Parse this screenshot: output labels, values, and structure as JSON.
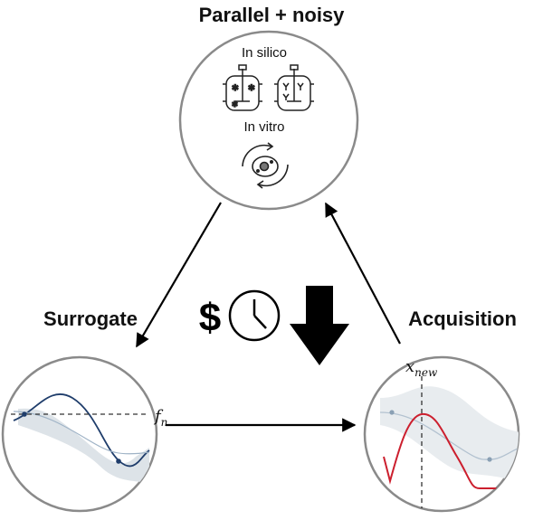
{
  "titles": {
    "top": "Parallel + noisy",
    "left": "Surrogate",
    "right": "Acquisition"
  },
  "top_node": {
    "label_silico": "In silico",
    "label_vitro": "In vitro"
  },
  "center": {
    "currency_symbol": "$",
    "icons": [
      "clock-icon",
      "down-arrow-icon"
    ]
  },
  "surrogate_node": {
    "label_fn": "f",
    "label_fn_sub": "n"
  },
  "acquisition_node": {
    "label_x": "x",
    "label_x_sub": "new"
  },
  "colors": {
    "circle_stroke": "#8a8a8a",
    "posterior_mean": "#1f3d6b",
    "posterior_band": "#dde3e8",
    "light_curve": "#9fb3c6",
    "acquisition_curve": "#cc1f2e",
    "arrow": "#000000"
  }
}
